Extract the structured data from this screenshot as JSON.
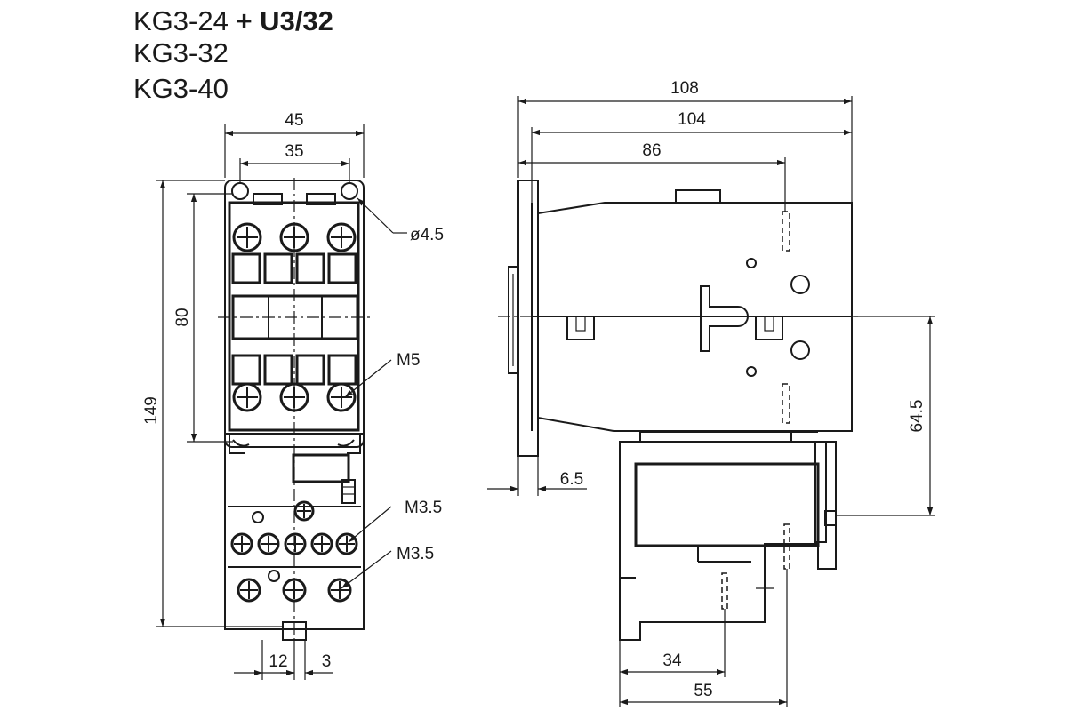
{
  "titles": {
    "line1_model": "KG3-24",
    "line1_plus": "+ U3/32",
    "line2_model": "KG3-32",
    "line3_model": "KG3-40"
  },
  "dimensions": {
    "front": {
      "width_outer": "45",
      "width_mount": "35",
      "height_total": "149",
      "height_mount": "80",
      "bottom_a": "12",
      "bottom_b": "3"
    },
    "side": {
      "depth_total": "108",
      "depth_main": "104",
      "depth_mount": "86",
      "rail_offset": "6.5",
      "height_offset": "64.5",
      "relay_a": "34",
      "relay_b": "55"
    }
  },
  "callouts": {
    "mount_hole": "ø4.5",
    "main_screw": "M5",
    "aux_screw_1": "M3.5",
    "aux_screw_2": "M3.5"
  }
}
